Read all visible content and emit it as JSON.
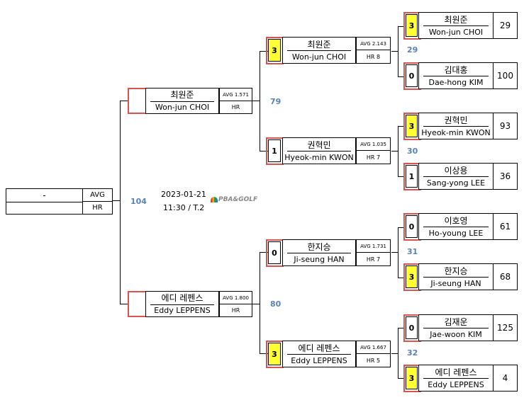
{
  "final": {
    "name": "-",
    "avg_label": "AVG",
    "hr_label": "HR",
    "match_number": "104"
  },
  "match_info": {
    "date": "2023-01-21",
    "time_table": "11:30 / T.2",
    "brand": "PBA&GOLF"
  },
  "semis": [
    {
      "name_kr": "최원준",
      "name_en": "Won-jun CHOI",
      "avg": "AVG 1.571",
      "hr": "HR",
      "match_number": "79"
    },
    {
      "name_kr": "에디 레펜스",
      "name_en": "Eddy LEPPENS",
      "avg": "AVG 1.800",
      "hr": "HR",
      "match_number": "80"
    }
  ],
  "quarters": [
    {
      "name_kr": "최원준",
      "name_en": "Won-jun CHOI",
      "avg": "AVG 2.143",
      "hr": "HR 8",
      "score": "3",
      "win": true
    },
    {
      "name_kr": "권혁민",
      "name_en": "Hyeok-min KWON",
      "avg": "AVG 1.035",
      "hr": "HR 7",
      "score": "1",
      "win": false
    },
    {
      "name_kr": "한지승",
      "name_en": "Ji-seung HAN",
      "avg": "AVG 1.731",
      "hr": "HR 7",
      "score": "0",
      "win": false
    },
    {
      "name_kr": "에디 레펜스",
      "name_en": "Eddy LEPPENS",
      "avg": "AVG 1.667",
      "hr": "HR 5",
      "score": "3",
      "win": true
    }
  ],
  "r16": [
    {
      "name_kr": "최원준",
      "name_en": "Won-jun CHOI",
      "score": "3",
      "win": true,
      "points": "29"
    },
    {
      "name_kr": "김대홍",
      "name_en": "Dae-hong KIM",
      "score": "0",
      "win": false,
      "points": "100"
    },
    {
      "name_kr": "권혁민",
      "name_en": "Hyeok-min KWON",
      "score": "3",
      "win": true,
      "points": "93"
    },
    {
      "name_kr": "이상용",
      "name_en": "Sang-yong LEE",
      "score": "1",
      "win": false,
      "points": "36"
    },
    {
      "name_kr": "이호영",
      "name_en": "Ho-young LEE",
      "score": "0",
      "win": false,
      "points": "61"
    },
    {
      "name_kr": "한지승",
      "name_en": "Ji-seung HAN",
      "score": "3",
      "win": true,
      "points": "68"
    },
    {
      "name_kr": "김재운",
      "name_en": "Jae-woon KIM",
      "score": "0",
      "win": false,
      "points": "125"
    },
    {
      "name_kr": "에디 레펜스",
      "name_en": "Eddy LEPPENS",
      "score": "3",
      "win": true,
      "points": "4"
    }
  ],
  "quarter_match_numbers": [
    "29",
    "30",
    "31",
    "32"
  ]
}
